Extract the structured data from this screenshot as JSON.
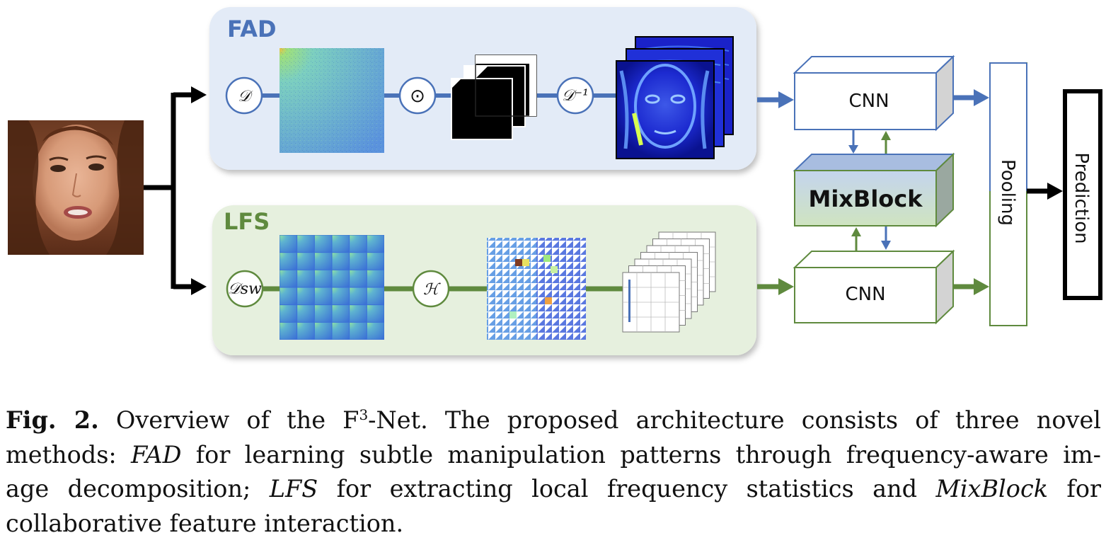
{
  "diagram": {
    "fad": {
      "title": "FAD",
      "nodes": {
        "dct": "𝒟",
        "mult": "⊙",
        "idct": "𝒟⁻¹"
      },
      "color": "#4a72b8",
      "panel_fill": "#e3ebf7"
    },
    "lfs": {
      "title": "LFS",
      "nodes": {
        "swdct": "𝒟sw",
        "entropy": "ℋ"
      },
      "color": "#5f8a3e",
      "panel_fill": "#e6f0de"
    },
    "blocks": {
      "cnn_top": "CNN",
      "mixblock": "MixBlock",
      "cnn_bottom": "CNN",
      "pooling": "Pooling",
      "prediction": "Prediction"
    }
  },
  "caption": {
    "fig_label": "Fig. 2.",
    "line1_a": " Overview of the F",
    "line1_sup": "3",
    "line1_b": "-Net. The proposed architecture consists of three novel",
    "line2_a": "methods: ",
    "line2_fad": "FAD",
    "line2_b": " for learning subtle manipulation patterns through frequency-aware im-",
    "line3_a": "age decomposition; ",
    "line3_lfs": "LFS",
    "line3_b": " for extracting local frequency statistics and ",
    "line3_mix": "MixBlock",
    "line3_c": " for",
    "line4": "collaborative feature interaction."
  }
}
